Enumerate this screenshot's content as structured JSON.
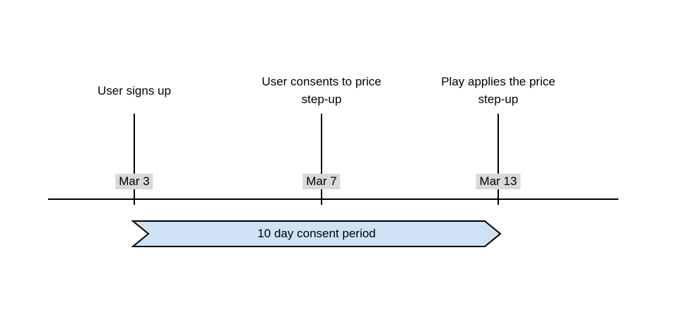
{
  "diagram": {
    "kind": "timeline"
  },
  "events": [
    {
      "title": "User signs up",
      "date": "Mar 3"
    },
    {
      "title": "User consents to price step-up",
      "date": "Mar 7"
    },
    {
      "title": "Play applies the price step-up",
      "date": "Mar 13"
    }
  ],
  "banner": {
    "label": "10 day consent period"
  },
  "colors": {
    "background": "#ffffff",
    "line": "#000000",
    "text": "#000000",
    "date_label_bg": "#d9d9d9",
    "banner_fill": "#cfe2f3",
    "banner_border": "#000000"
  }
}
